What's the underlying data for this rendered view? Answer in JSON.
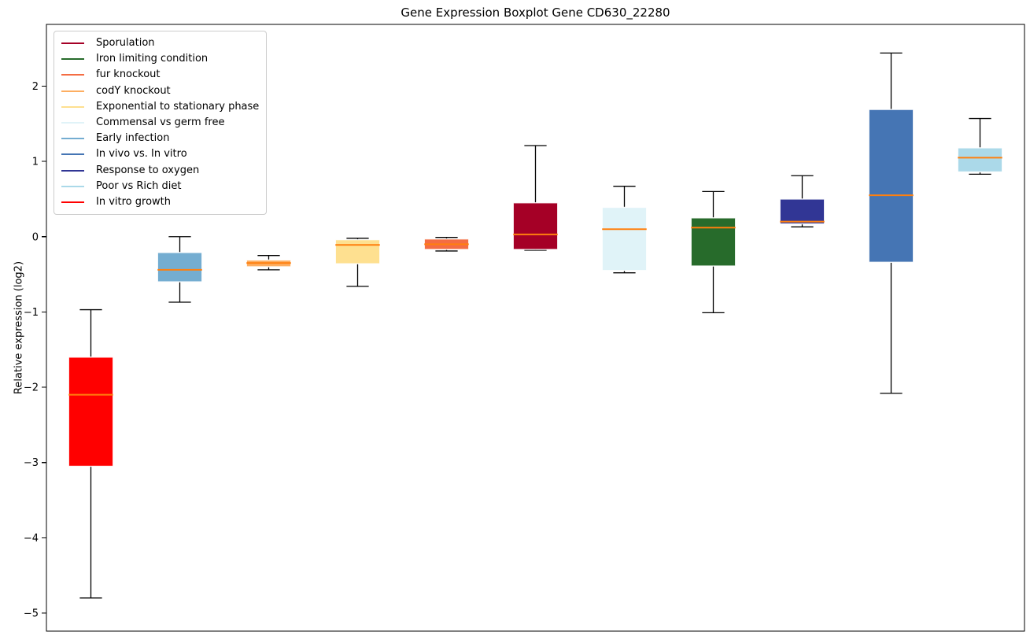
{
  "chart_data": {
    "type": "boxplot",
    "title": "Gene Expression Boxplot Gene CD630_22280",
    "ylabel": "Relative expression (log2)",
    "xlabel": "",
    "ylim": [
      -5.24,
      2.82
    ],
    "xlim": [
      0.5,
      11.5
    ],
    "grid": false,
    "legend_position": "upper left",
    "box_width": 0.5,
    "cap_width": 0.25,
    "median_color": "#ff7f0e",
    "whisker_color": "#000000",
    "box_edge_color": "rgba(255,255,255,0.9)",
    "yticks": [
      {
        "v": 2,
        "label": "2"
      },
      {
        "v": 1,
        "label": "1"
      },
      {
        "v": 0,
        "label": "0"
      },
      {
        "v": -1,
        "label": "−1"
      },
      {
        "v": -2,
        "label": "−2"
      },
      {
        "v": -3,
        "label": "−3"
      },
      {
        "v": -4,
        "label": "−4"
      },
      {
        "v": -5,
        "label": "−5"
      }
    ],
    "series": [
      {
        "position": 1,
        "label": "In vitro growth",
        "color": "#ff0000",
        "whislo": -4.8,
        "q1": -3.05,
        "med": -2.1,
        "q3": -1.6,
        "whishi": -0.97
      },
      {
        "position": 2,
        "label": "Early infection",
        "color": "#74add1",
        "whislo": -0.87,
        "q1": -0.6,
        "med": -0.44,
        "q3": -0.21,
        "whishi": 0.0
      },
      {
        "position": 3,
        "label": "codY knockout",
        "color": "#fdae61",
        "whislo": -0.44,
        "q1": -0.4,
        "med": -0.35,
        "q3": -0.31,
        "whishi": -0.25
      },
      {
        "position": 4,
        "label": "Exponential to stationary phase",
        "color": "#fee090",
        "whislo": -0.66,
        "q1": -0.36,
        "med": -0.11,
        "q3": -0.04,
        "whishi": -0.02
      },
      {
        "position": 5,
        "label": "fur knockout",
        "color": "#f46d43",
        "whislo": -0.19,
        "q1": -0.17,
        "med": -0.1,
        "q3": -0.03,
        "whishi": -0.01
      },
      {
        "position": 6,
        "label": "Sporulation",
        "color": "#a50026",
        "whislo": -0.18,
        "q1": -0.17,
        "med": 0.03,
        "q3": 0.45,
        "whishi": 1.21
      },
      {
        "position": 7,
        "label": "Commensal vs germ free",
        "color": "#e0f3f8",
        "whislo": -0.48,
        "q1": -0.45,
        "med": 0.1,
        "q3": 0.39,
        "whishi": 0.67
      },
      {
        "position": 8,
        "label": "Iron limiting condition",
        "color": "#276b2b",
        "whislo": -1.01,
        "q1": -0.39,
        "med": 0.12,
        "q3": 0.25,
        "whishi": 0.6
      },
      {
        "position": 9,
        "label": "Response to oxygen",
        "color": "#313695",
        "whislo": 0.13,
        "q1": 0.17,
        "med": 0.2,
        "q3": 0.5,
        "whishi": 0.81
      },
      {
        "position": 10,
        "label": "In vivo vs. In vitro",
        "color": "#4575b4",
        "whislo": -2.08,
        "q1": -0.34,
        "med": 0.55,
        "q3": 1.69,
        "whishi": 2.44
      },
      {
        "position": 11,
        "label": "Poor vs Rich diet",
        "color": "#abd9e9",
        "whislo": 0.83,
        "q1": 0.86,
        "med": 1.05,
        "q3": 1.18,
        "whishi": 1.57
      }
    ],
    "legend": [
      {
        "label": "Sporulation",
        "color": "#a50026"
      },
      {
        "label": "Iron limiting condition",
        "color": "#276b2b"
      },
      {
        "label": "fur knockout",
        "color": "#f46d43"
      },
      {
        "label": "codY knockout",
        "color": "#fdae61"
      },
      {
        "label": "Exponential to stationary phase",
        "color": "#fee090"
      },
      {
        "label": "Commensal vs germ free",
        "color": "#e0f3f8"
      },
      {
        "label": "Early infection",
        "color": "#74add1"
      },
      {
        "label": "In vivo vs. In vitro",
        "color": "#4575b4"
      },
      {
        "label": "Response to oxygen",
        "color": "#313695"
      },
      {
        "label": "Poor vs Rich diet",
        "color": "#abd9e9"
      },
      {
        "label": "In vitro growth",
        "color": "#ff0000"
      }
    ]
  }
}
